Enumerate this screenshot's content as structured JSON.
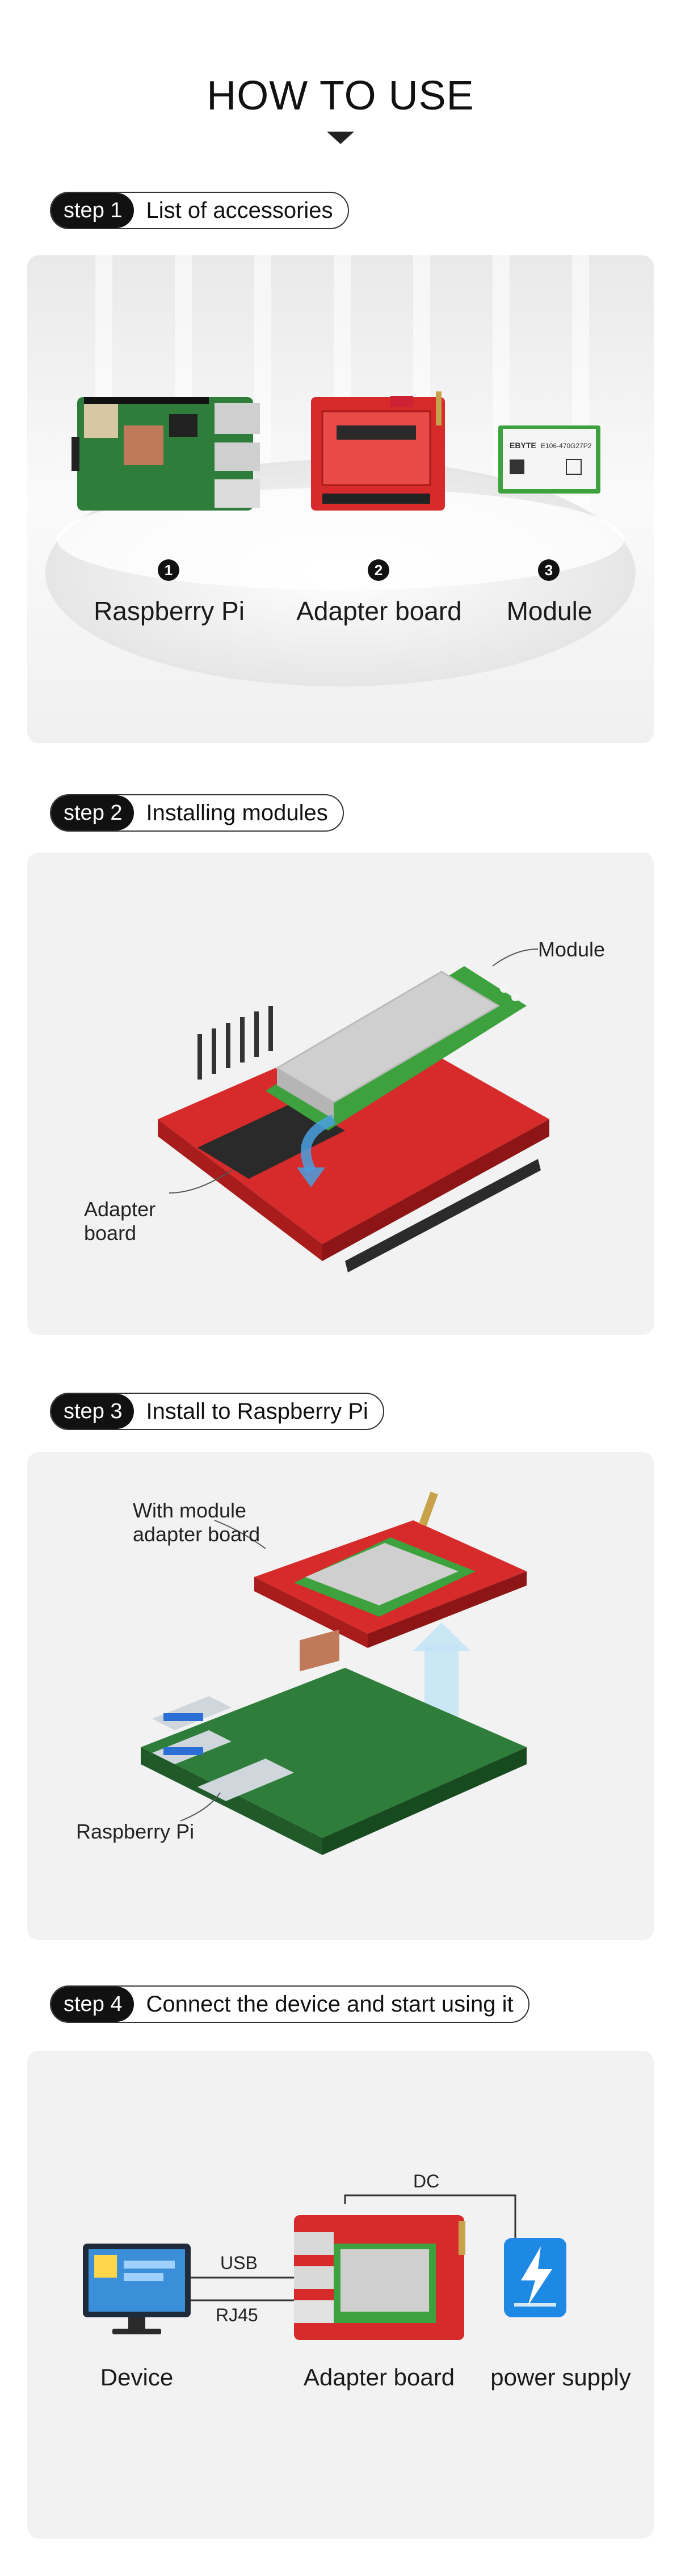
{
  "header": {
    "title": "HOW TO USE"
  },
  "steps": [
    {
      "tag": "step 1",
      "title": "List of accessories"
    },
    {
      "tag": "step 2",
      "title": "Installing modules"
    },
    {
      "tag": "step 3",
      "title": "Install to Raspberry Pi"
    },
    {
      "tag": "step 4",
      "title": "Connect the device and start using it"
    }
  ],
  "step1": {
    "items": [
      {
        "num": "1",
        "label": "Raspberry Pi"
      },
      {
        "num": "2",
        "label": "Adapter board"
      },
      {
        "num": "3",
        "label": "Module"
      }
    ],
    "module_print": "E106-470G27P2"
  },
  "step2": {
    "module_label": "Module",
    "adapter_label_line1": "Adapter",
    "adapter_label_line2": "board"
  },
  "step3": {
    "module_label_line1": "With module",
    "module_label_line2": "adapter board",
    "pi_label": "Raspberry Pi"
  },
  "step4": {
    "device_label": "Device",
    "adapter_label": "Adapter board",
    "power_label": "power supply",
    "usb_label": "USB",
    "rj45_label": "RJ45",
    "dc_label": "DC"
  },
  "colors": {
    "board_red": "#d72a2a",
    "pi_green": "#2e7d3a",
    "module_green": "#3da23d",
    "power_blue": "#1e88e5"
  }
}
